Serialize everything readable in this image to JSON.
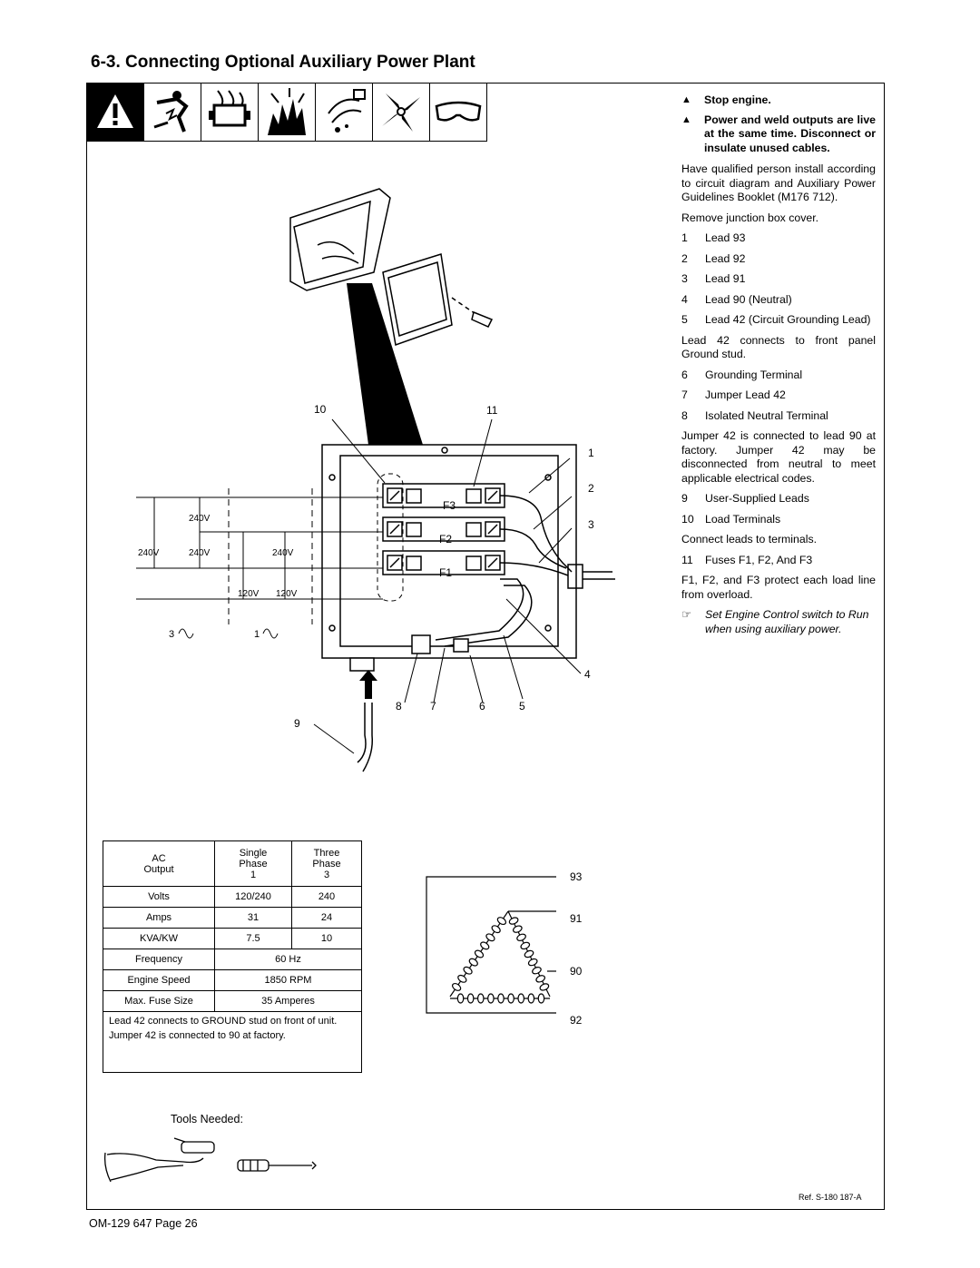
{
  "title": "6-3.   Connecting Optional Auxiliary Power Plant",
  "safety_icons": [
    "warning-icon",
    "electric-shock-icon",
    "engine-icon",
    "fire-explosion-icon",
    "sparks-icon",
    "moving-parts-icon",
    "safety-glasses-icon"
  ],
  "warnings": [
    "Stop engine.",
    "Power and weld outputs are live at the same time. Disconnect or insulate unused cables."
  ],
  "intro": "Have qualified person install according to circuit diagram and Auxiliary Power Guidelines Booklet (M176 712).",
  "remove_cover": "Remove junction box cover.",
  "items_a": [
    {
      "n": "1",
      "t": "Lead 93"
    },
    {
      "n": "2",
      "t": "Lead 92"
    },
    {
      "n": "3",
      "t": "Lead 91"
    },
    {
      "n": "4",
      "t": "Lead 90 (Neutral)"
    },
    {
      "n": "5",
      "t": "Lead 42 (Circuit Grounding Lead)"
    }
  ],
  "lead42_note": "Lead 42 connects to front panel Ground stud.",
  "items_b": [
    {
      "n": "6",
      "t": "Grounding Terminal"
    },
    {
      "n": "7",
      "t": "Jumper Lead 42"
    },
    {
      "n": "8",
      "t": "Isolated Neutral Terminal"
    }
  ],
  "jumper_note": "Jumper 42 is connected to lead 90 at factory. Jumper 42 may be disconnected from neutral to meet applicable electrical codes.",
  "items_c": [
    {
      "n": "9",
      "t": "User-Supplied Leads"
    },
    {
      "n": "10",
      "t": "Load Terminals"
    }
  ],
  "connect_note": "Connect leads to terminals.",
  "items_d": [
    {
      "n": "11",
      "t": "Fuses F1, F2, And F3"
    }
  ],
  "fuse_note": "F1, F2, and F3 protect each load line from overload.",
  "italic_note": "Set Engine Control switch to Run when using auxiliary power.",
  "diagram": {
    "callouts": [
      "1",
      "2",
      "3",
      "4",
      "5",
      "6",
      "7",
      "8",
      "9",
      "10",
      "11"
    ],
    "fuses": [
      "F3",
      "F2",
      "F1"
    ],
    "volt_labels": [
      "240V",
      "240V",
      "240V",
      "240V",
      "120V",
      "120V"
    ],
    "phase_labels": [
      "3",
      "1"
    ]
  },
  "spec_table": {
    "header": [
      "AC\nOutput",
      "Single\nPhase\n1",
      "Three\nPhase\n3"
    ],
    "rows": [
      [
        "Volts",
        "120/240",
        "240"
      ],
      [
        "Amps",
        "31",
        "24"
      ],
      [
        "KVA/KW",
        "7.5",
        "10"
      ]
    ],
    "merged_rows": [
      [
        "Frequency",
        "60 Hz"
      ],
      [
        "Engine Speed",
        "1850 RPM"
      ],
      [
        "Max. Fuse Size",
        "35 Amperes"
      ]
    ],
    "note1": "Lead 42 connects to GROUND stud on front of unit.",
    "note2": "Jumper 42 is connected to 90 at factory."
  },
  "winding_labels": [
    "93",
    "91",
    "90",
    "92"
  ],
  "tools_label": "Tools Needed:",
  "ref": "Ref. S-180 187-A",
  "footer": "OM-129 647 Page 26"
}
